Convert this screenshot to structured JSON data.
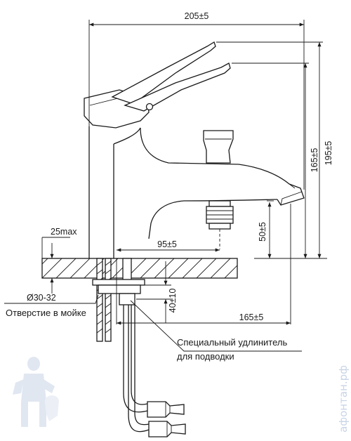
{
  "dimensions": {
    "overall_width": "205±5",
    "spout_height": "165±5",
    "overall_height": "195±5",
    "countertop_max": "25max",
    "spout_offset": "95±5",
    "outlet_height": "50±5",
    "hole_diameter": "Ø30-32",
    "stud_offset": "40±10",
    "reach_from_hole": "165±5"
  },
  "labels": {
    "sink_hole": "Отверстие в мойке",
    "extension_line1": "Специальный удлинитель",
    "extension_line2": "для подводки"
  },
  "watermark": "афонтан.рф",
  "colors": {
    "line": "#1a1a1a",
    "watermark": "#c9d4e6"
  }
}
